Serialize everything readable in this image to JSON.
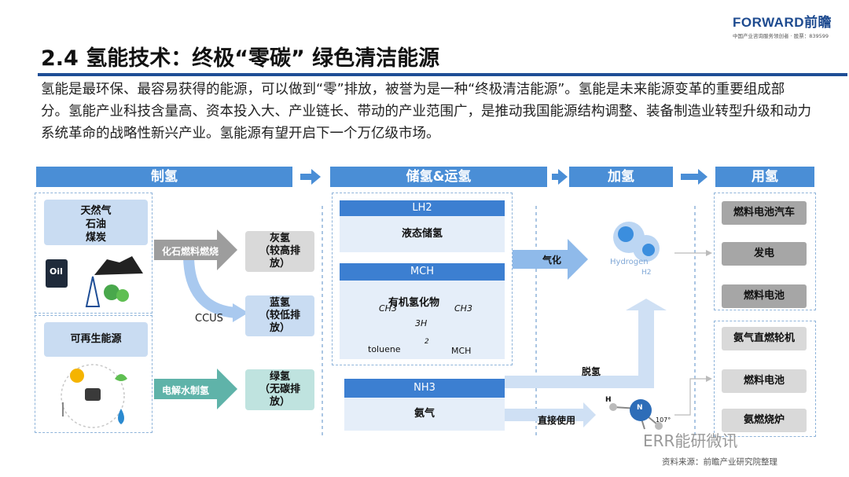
{
  "logo": {
    "brand": "FORWARD前瞻",
    "tagline": "中国产业咨询服务领创者 · 股票：839599"
  },
  "title": "2.4 氢能技术：终极“零碳” 绿色清洁能源",
  "intro": "氢能是最环保、最容易获得的能源，可以做到“零”排放，被誉为是一种“终极清洁能源”。氢能是未来能源变革的重要组成部分。氢能产业科技含量高、资本投入大、产业链长、带动的产业范围广，是推动我国能源结构调整、装备制造业转型升级和动力系统革命的战略性新兴产业。氢能源有望开启下一个万亿级市场。",
  "stages": [
    "制氢",
    "储氢&运氢",
    "加氢",
    "用氢"
  ],
  "production": {
    "fossil_sources": [
      "天然气",
      "石油",
      "煤炭"
    ],
    "oil_label": "Oil",
    "renewable_source": "可再生能源",
    "fossil_process": "化石燃料燃烧",
    "electrolysis_process": "电解水制氢",
    "ccus": "CCUS",
    "gray": [
      "灰氢",
      "（较高排",
      "放）"
    ],
    "blue": [
      "蓝氢",
      "（较低排",
      "放）"
    ],
    "green": [
      "绿氢",
      "（无碳排",
      "放）"
    ]
  },
  "storage": {
    "lh2_head": "LH2",
    "lh2_body": "液态储氢",
    "mch_head": "MCH",
    "mch_title": "有机氢化物",
    "ch3": "CH3",
    "reaction_top": "3H",
    "reaction_bottom": "2",
    "toluene": "toluene",
    "mch_label": "MCH",
    "nh3_head": "NH3",
    "nh3_body": "氨气"
  },
  "transport_labels": {
    "gasify": "气化",
    "dehydro": "脱氢",
    "direct": "直接使用"
  },
  "refuel": {
    "hydrogen": "Hydrogen",
    "h2": "H2",
    "angle": "107°",
    "n": "N",
    "h": "H"
  },
  "uses_h2": [
    "燃料电池汽车",
    "发电",
    "燃料电池"
  ],
  "uses_nh3": [
    "氨气直燃轮机",
    "燃料电池",
    "氨燃烧炉"
  ],
  "source": "资料来源：前瞻产业研究院整理",
  "watermark": "ERR能研微讯",
  "colors": {
    "accent": "#4a8ed6",
    "title_rule": "#1f4e96",
    "light_blue": "#c9dcf2",
    "teal": "#bfe3df",
    "gray": "#d9d9d9"
  }
}
